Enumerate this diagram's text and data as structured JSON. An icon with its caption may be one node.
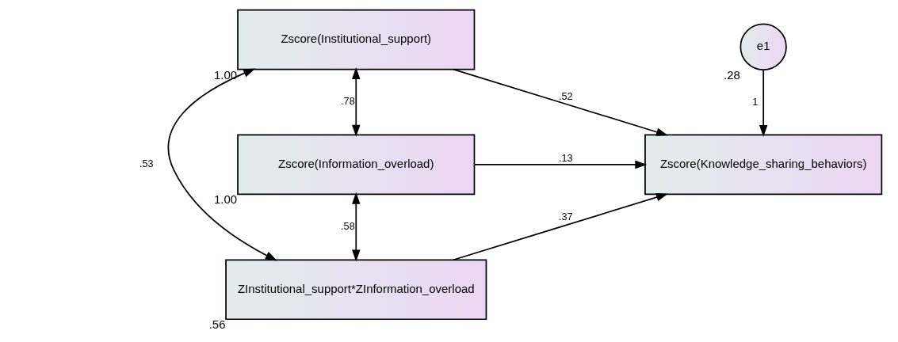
{
  "diagram": {
    "nodes": [
      {
        "text": [
          "Zscore(Institutional_support)"
        ],
        "beside": [
          "1.00"
        ]
      },
      {
        "text": [
          "Zscore(Information_overload)"
        ],
        "beside": [
          "1.00"
        ]
      },
      {
        "text": [
          "ZInstitutional_support*ZInformation_overload"
        ],
        "beside": [
          ".56"
        ]
      },
      {
        "text": [
          "e1"
        ],
        "beside": [
          ".28"
        ]
      },
      {
        "text": [
          "Zscore(Knowledge_sharing_behaviors)"
        ]
      }
    ],
    "edges": [
      {
        "from": 0,
        "to": 4,
        "arrow": "to",
        "label": ".52"
      },
      {
        "from": 1,
        "to": 4,
        "arrow": "to",
        "label": ".13"
      },
      {
        "from": 2,
        "to": 4,
        "arrow": "to",
        "label": ".37"
      },
      {
        "from": 3,
        "to": 4,
        "arrow": "to",
        "label": "1"
      },
      {
        "from": 0,
        "to": 1,
        "arrow": "both",
        "label": ".78"
      },
      {
        "from": 1,
        "to": 2,
        "arrow": "both",
        "label": ".58"
      },
      {
        "from": 0,
        "to": 2,
        "arrow": "both",
        "label": ".53"
      }
    ]
  }
}
